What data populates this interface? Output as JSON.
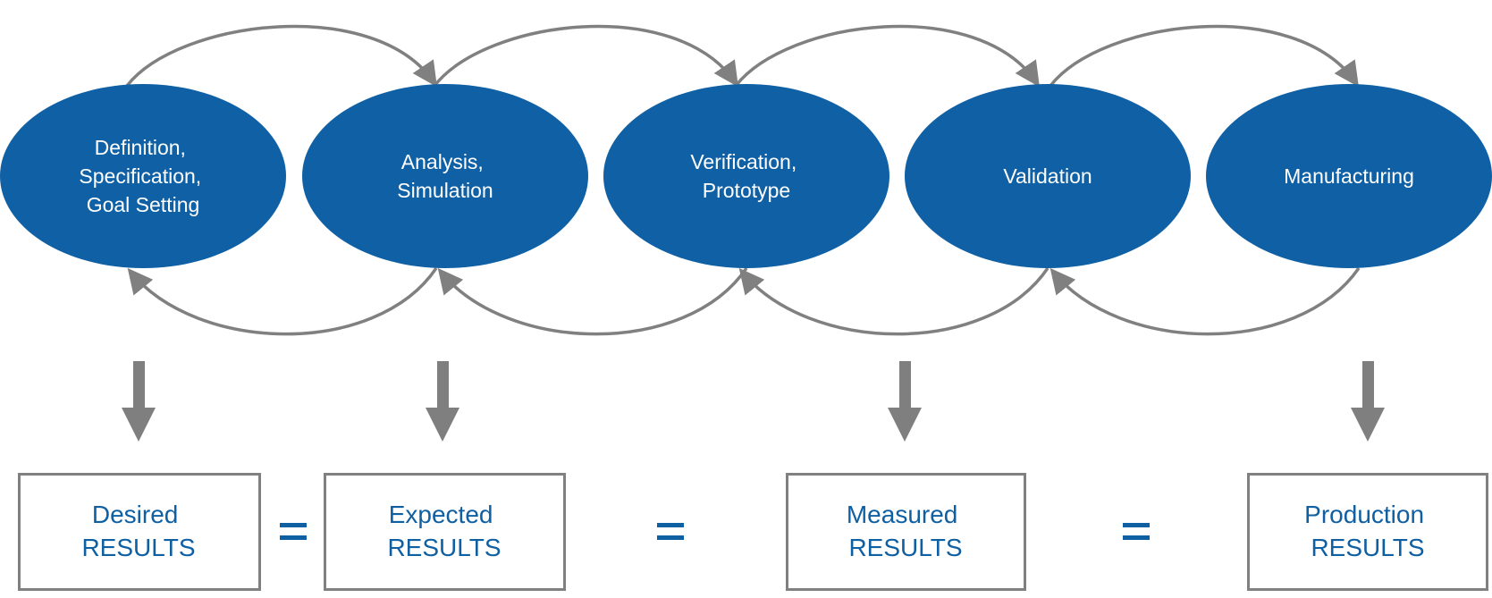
{
  "diagram": {
    "colors": {
      "stage_fill": "#0F60A4",
      "stage_text": "#FFFFFF",
      "connector": "#808080",
      "result_text": "#0F5FA3",
      "box_border": "#808080"
    },
    "stages": [
      {
        "id": "definition",
        "lines": [
          "Definition,",
          "Specification,",
          "Goal Setting"
        ]
      },
      {
        "id": "analysis",
        "lines": [
          "Analysis,",
          "Simulation"
        ]
      },
      {
        "id": "verification",
        "lines": [
          "Verification,",
          "Prototype"
        ]
      },
      {
        "id": "validation",
        "lines": [
          "Validation"
        ]
      },
      {
        "id": "manufacturing",
        "lines": [
          "Manufacturing"
        ]
      }
    ],
    "forward_arrows": [
      {
        "from": "definition",
        "to": "analysis"
      },
      {
        "from": "analysis",
        "to": "verification"
      },
      {
        "from": "verification",
        "to": "validation"
      },
      {
        "from": "validation",
        "to": "manufacturing"
      }
    ],
    "feedback_arrows": [
      {
        "from": "analysis",
        "to": "definition"
      },
      {
        "from": "verification",
        "to": "analysis"
      },
      {
        "from": "validation",
        "to": "verification"
      },
      {
        "from": "manufacturing",
        "to": "validation"
      }
    ],
    "results": [
      {
        "from_stage": "definition",
        "lines": [
          "Desired",
          "RESULTS"
        ]
      },
      {
        "from_stage": "analysis",
        "lines": [
          "Expected",
          "RESULTS"
        ]
      },
      {
        "from_stage": "verification",
        "lines": [
          "Measured",
          "RESULTS"
        ]
      },
      {
        "from_stage": "manufacturing",
        "lines": [
          "Production",
          "RESULTS"
        ]
      }
    ],
    "equals_symbol": "="
  }
}
